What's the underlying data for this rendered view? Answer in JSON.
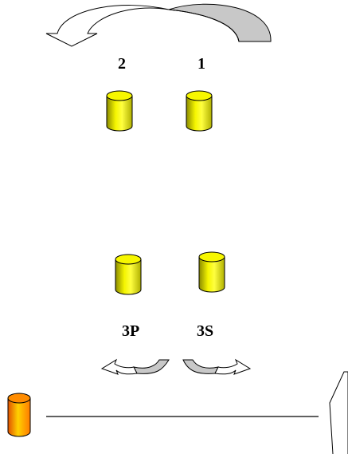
{
  "labels": {
    "cyl_top_left": "2",
    "cyl_top_right": "1",
    "cyl_bottom_left": "3P",
    "cyl_bottom_right": "3S"
  },
  "colors": {
    "cylinder_fill": "#f0f000",
    "cylinder_orange": "#ff9900",
    "arrow_gray": "#c8c8c8",
    "stroke": "#000000"
  },
  "icons": {
    "cylinder": "cylinder-icon",
    "curved_arrow": "curved-arrow-icon"
  }
}
